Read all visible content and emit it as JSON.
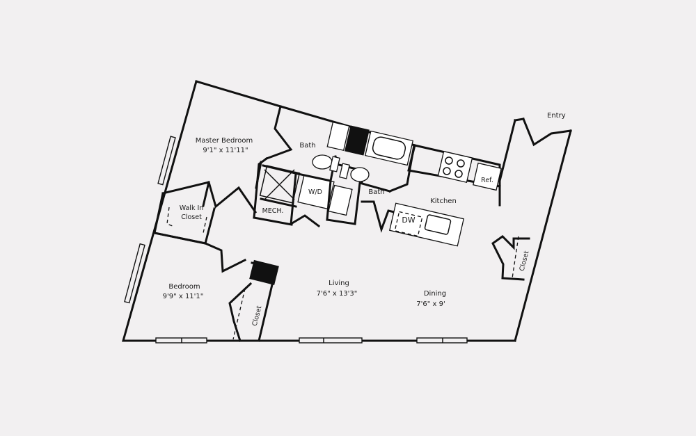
{
  "rooms": {
    "master_bedroom": {
      "name": "Master Bedroom",
      "dims": "9'1\" x 11'11\""
    },
    "bath_master": {
      "name": "Bath"
    },
    "bath_hall": {
      "name": "Bath"
    },
    "washer_dryer": {
      "name": "W/D"
    },
    "mech": {
      "name": "MECH."
    },
    "walk_in_closet": {
      "line1": "Walk In",
      "line2": "Closet"
    },
    "bedroom": {
      "name": "Bedroom",
      "dims": "9'9\" x 11'1\""
    },
    "closet_bedroom": {
      "name": "Closet"
    },
    "living": {
      "name": "Living",
      "dims": "7'6\" x 13'3\""
    },
    "dining": {
      "name": "Dining",
      "dims": "7'6\" x 9'"
    },
    "kitchen": {
      "name": "Kitchen"
    },
    "dishwasher": {
      "name": "DW"
    },
    "refrigerator": {
      "name": "Ref."
    },
    "closet_entry": {
      "name": "Closet"
    },
    "entry": {
      "name": "Entry"
    }
  }
}
